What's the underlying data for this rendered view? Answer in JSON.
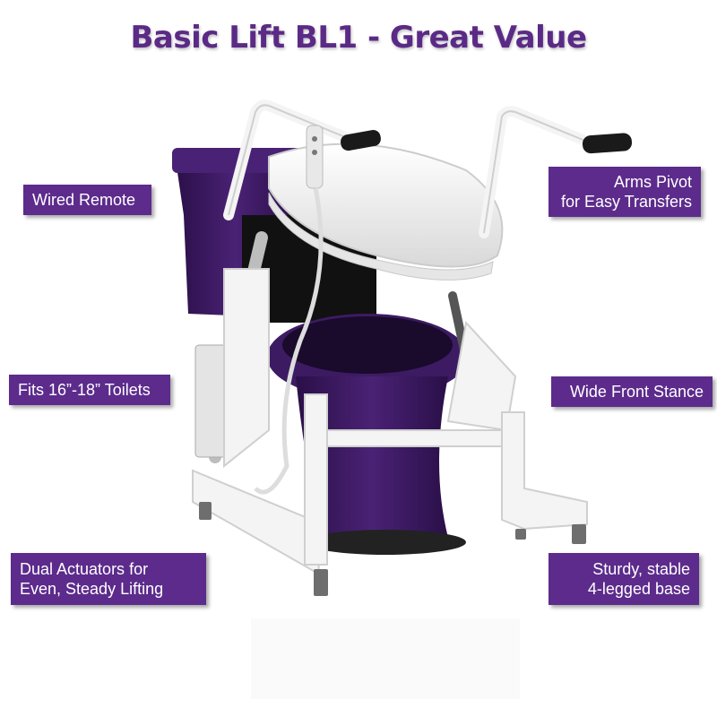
{
  "title": "Basic Lift BL1 - Great Value",
  "colors": {
    "brand_purple": "#5b2a86",
    "label_bg": "#5c2b8c",
    "toilet_purple": "#3a1a5c",
    "frame_white": "#f2f2f2"
  },
  "image": {
    "icon": "toilet-lift-product-image"
  },
  "labels": {
    "wired_remote": "Wired Remote",
    "arms_pivot_line1": "Arms Pivot",
    "arms_pivot_line2": "for Easy Transfers",
    "fits_toilets": "Fits 16”-18” Toilets",
    "wide_front_stance": "Wide Front Stance",
    "dual_actuators_line1": "Dual Actuators for",
    "dual_actuators_line2": "Even, Steady Lifting",
    "sturdy_line1": "Sturdy, stable",
    "sturdy_line2": "4-legged base"
  }
}
